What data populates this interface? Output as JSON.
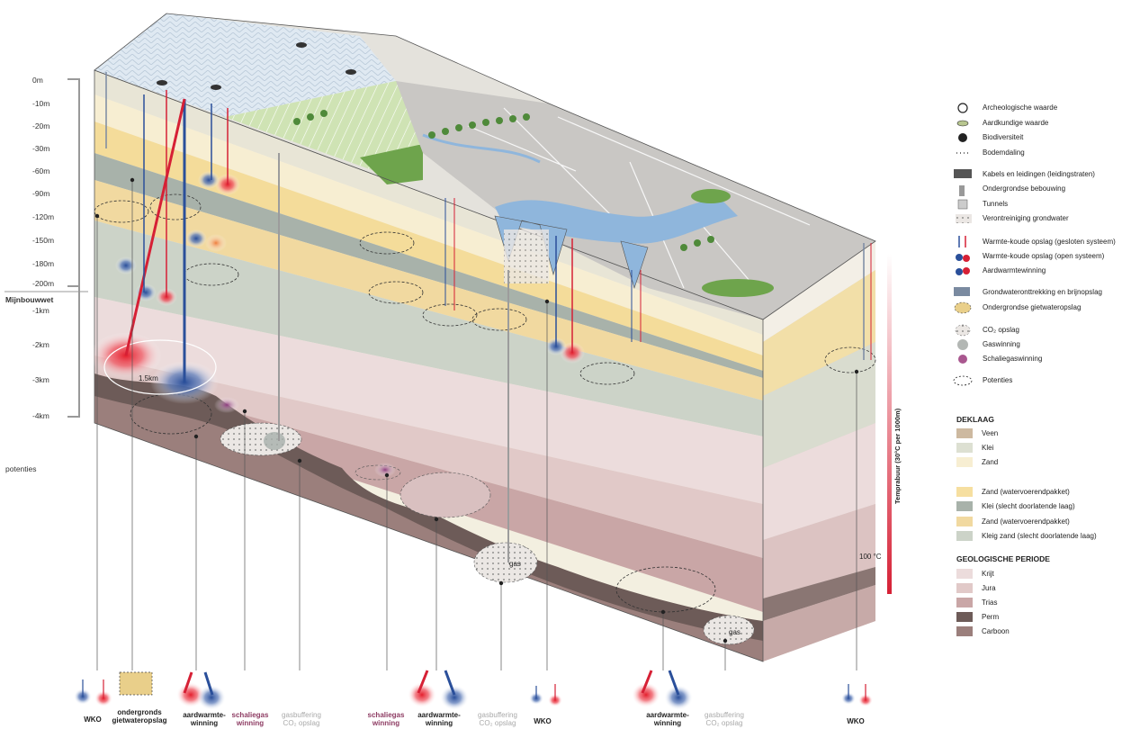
{
  "depth_axis": {
    "shallow": [
      "0m",
      "-10m",
      "-20m",
      "-30m",
      "-60m",
      "-90m",
      "-120m",
      "-150m",
      "-180m",
      "-200m"
    ],
    "regime_label": "Mijnbouwwet",
    "deep": [
      "-1km",
      "-2km",
      "-3km",
      "-4km"
    ],
    "potential_label": "potenties"
  },
  "annotations": {
    "distance": "1.5km",
    "temperature_axis": "Temprabuur (30°C per 1000m)",
    "temperature_value": "100 °C",
    "gas_1": "gas",
    "gas_2": "gas"
  },
  "legend": {
    "symbols_1": [
      {
        "label": "Archeologische waarde",
        "icon": "archaeology-icon"
      },
      {
        "label": "Aardkundige waarde",
        "icon": "geology-value-icon"
      },
      {
        "label": "Biodiversiteit",
        "icon": "biodiversity-icon"
      },
      {
        "label": "Bodemdaling",
        "icon": "subsidence-icon"
      }
    ],
    "symbols_2": [
      {
        "label": "Kabels en leidingen (leidingstraten)",
        "icon": "cables-icon"
      },
      {
        "label": "Ondergrondse bebouwing",
        "icon": "underground-building-icon"
      },
      {
        "label": "Tunnels",
        "icon": "tunnel-icon"
      },
      {
        "label": "Verontreiniging grondwater",
        "icon": "pollution-icon"
      }
    ],
    "symbols_3": [
      {
        "label": "Warmte-koude opslag (gesloten systeem)",
        "icon": "wko-closed-icon"
      },
      {
        "label": "Warmte-koude opslag (open systeem)",
        "icon": "wko-open-icon"
      },
      {
        "label": "Aardwarmtewinning",
        "icon": "geothermal-icon"
      }
    ],
    "symbols_4": [
      {
        "label": "Grondwateronttrekking en brijnopslag",
        "icon": "groundwater-icon"
      },
      {
        "label": "Ondergrondse gietwateropslag",
        "icon": "irrigation-storage-icon"
      }
    ],
    "symbols_5": [
      {
        "label": "CO₂ opslag",
        "icon": "co2-icon"
      },
      {
        "label": "Gaswinning",
        "icon": "gas-icon"
      },
      {
        "label": "Schaliegaswinning",
        "icon": "shale-gas-icon"
      }
    ],
    "potential": {
      "label": "Potenties",
      "icon": "potential-icon"
    },
    "deklaag_title": "DEKLAAG",
    "deklaag": [
      {
        "label": "Veen",
        "color": "#cdb9a0"
      },
      {
        "label": "Klei",
        "color": "#dde0d2"
      },
      {
        "label": "Zand",
        "color": "#f7eed2"
      }
    ],
    "aquifers": [
      {
        "label": "Zand (watervoerendpakket)",
        "color": "#f6dfa0"
      },
      {
        "label": "Klei (slecht doorlatende laag)",
        "color": "#a8b2aa"
      },
      {
        "label": "Zand (watervoerendpakket)",
        "color": "#f1d9a0"
      },
      {
        "label": "Kleig zand (slecht doorlatende laag)",
        "color": "#ccd3c8"
      }
    ],
    "geo_title": "GEOLOGISCHE PERIODE",
    "geo": [
      {
        "label": "Krijt",
        "color": "#ecdcdc"
      },
      {
        "label": "Jura",
        "color": "#e1c9c8"
      },
      {
        "label": "Trias",
        "color": "#c9a6a6"
      },
      {
        "label": "Perm",
        "color": "#6d5b58"
      },
      {
        "label": "Carboon",
        "color": "#9b7f7c"
      }
    ]
  },
  "bottom_labels": [
    {
      "text": "WKO",
      "style": "black"
    },
    {
      "text": "ondergronds\ngietwateropslag",
      "style": "black"
    },
    {
      "text": "aardwarmte-\nwinning",
      "style": "black"
    },
    {
      "text": "schaliegas\nwinning",
      "style": "purple"
    },
    {
      "text": "gasbuffering\nCO₂ opslag",
      "style": "grey"
    },
    {
      "text": "schaliegas\nwinning",
      "style": "purple"
    },
    {
      "text": "aardwarmte-\nwinning",
      "style": "black"
    },
    {
      "text": "gasbuffering\nCO₂ opslag",
      "style": "grey"
    },
    {
      "text": "WKO",
      "style": "black"
    },
    {
      "text": "aardwarmte-\nwinning",
      "style": "black"
    },
    {
      "text": "gasbuffering\nCO₂ opslag",
      "style": "grey"
    },
    {
      "text": "WKO",
      "style": "black"
    }
  ]
}
